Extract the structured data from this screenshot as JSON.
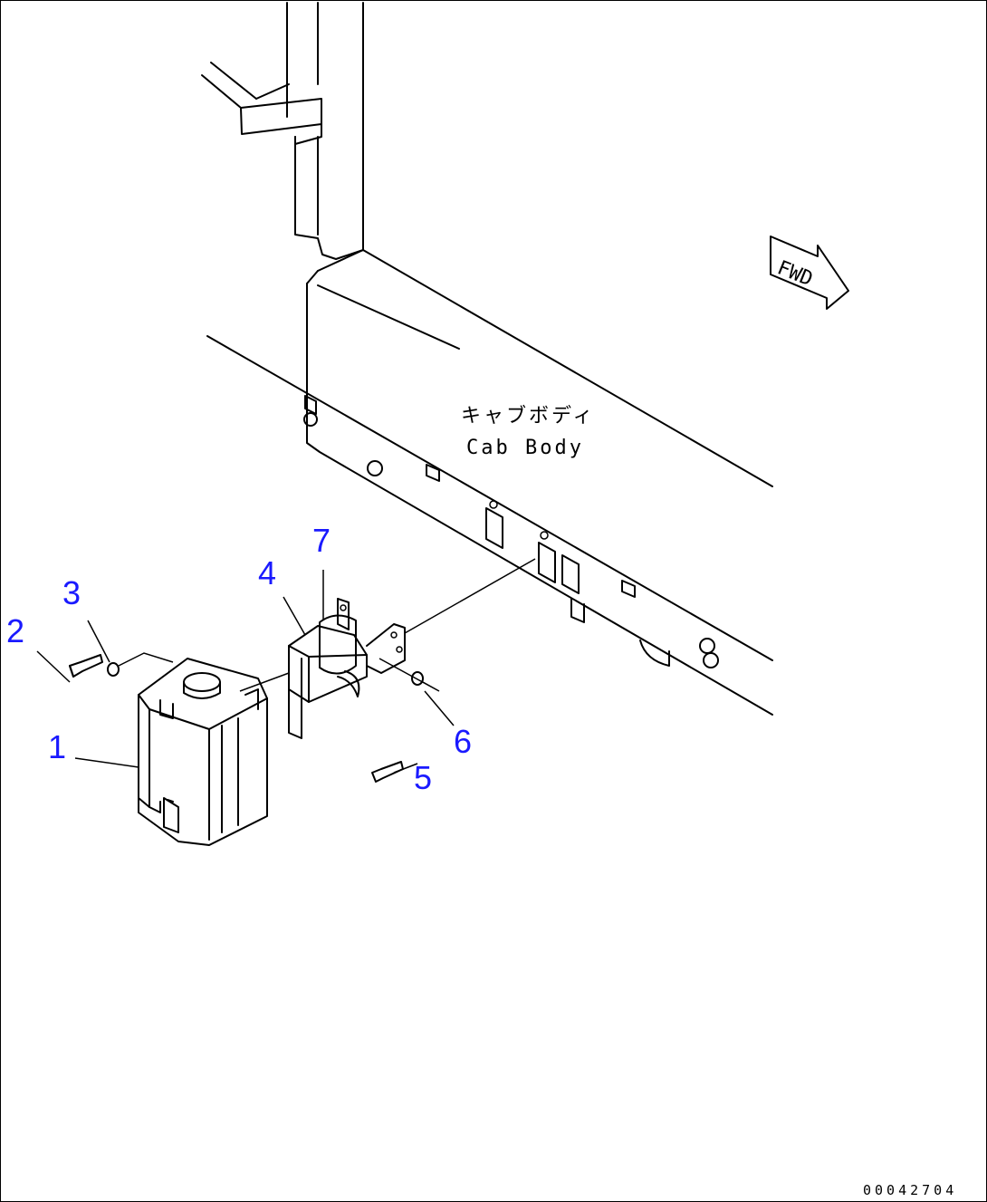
{
  "callouts": {
    "p1": "1",
    "p2": "2",
    "p3": "3",
    "p4": "4",
    "p5": "5",
    "p6": "6",
    "p7": "7"
  },
  "cab_label_jp": "キャブボディ",
  "cab_label_en": "Cab Body",
  "fwd_label": "FWD",
  "drawing_number": "00042704",
  "colors": {
    "callout": "#1a1aff",
    "line": "#000000"
  }
}
